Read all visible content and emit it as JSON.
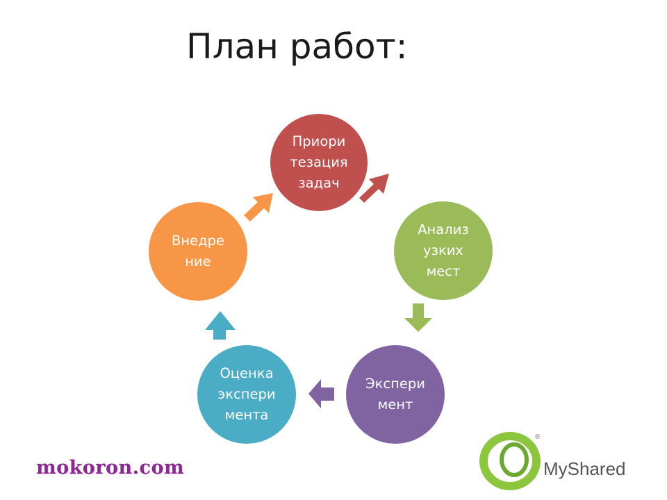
{
  "title": "План работ:",
  "nodes": [
    {
      "id": "prioritization",
      "text": "Приори\nтезация\nзадач",
      "color": "#c0504d"
    },
    {
      "id": "bottleneck-analysis",
      "text": "Анализ\nузких\nмест",
      "color": "#9bbb59"
    },
    {
      "id": "experiment",
      "text": "Экспери\nмент",
      "color": "#8064a2"
    },
    {
      "id": "experiment-evaluation",
      "text": "Оценка\nэкспери\nмента",
      "color": "#4bacc6"
    },
    {
      "id": "implementation",
      "text": "Внедре\nние",
      "color": "#f79646"
    }
  ],
  "arrows": [
    {
      "from": "prioritization",
      "to": "bottleneck-analysis",
      "color": "#c0504d"
    },
    {
      "from": "bottleneck-analysis",
      "to": "experiment",
      "color": "#9bbb59"
    },
    {
      "from": "experiment",
      "to": "experiment-evaluation",
      "color": "#8064a2"
    },
    {
      "from": "experiment-evaluation",
      "to": "implementation",
      "color": "#4bacc6"
    },
    {
      "from": "implementation",
      "to": "prioritization",
      "color": "#f79646"
    }
  ],
  "watermarks": {
    "left": "mokoron.com",
    "right": "MyShared",
    "right_registered": "®"
  }
}
